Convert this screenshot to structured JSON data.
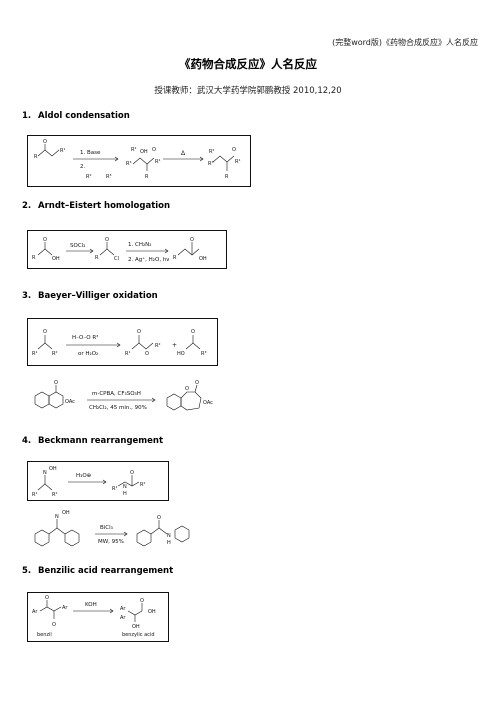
{
  "header": {
    "right_note": "(完整word版)《药物合成反应》人名反应"
  },
  "document": {
    "title": "《药物合成反应》人名反应",
    "subtitle": "授课教师：武汉大学药学院郭鹏教授  2010,12,20"
  },
  "sections": [
    {
      "number": "1.",
      "title": "Aldol condensation",
      "scheme": {
        "reagent_top": "1. Base",
        "reagent_bottom": "2.",
        "second_arrow_label": "Δ",
        "labels": [
          "R",
          "R¹",
          "O",
          "R²",
          "R³",
          "R²",
          "R³",
          "OH",
          "O",
          "R¹",
          "R",
          "R²",
          "R³",
          "O",
          "R¹",
          "R"
        ]
      }
    },
    {
      "number": "2.",
      "title": "Arndt–Eistert homologation",
      "scheme": {
        "reagent_1": "SOCl₂",
        "reagent_2_top": "1. CH₂N₂",
        "reagent_2_bottom": "2. Ag⁺, H₂O, hν",
        "labels": [
          "O",
          "R",
          "OH",
          "O",
          "R",
          "Cl",
          "R",
          "O",
          "OH"
        ]
      }
    },
    {
      "number": "3.",
      "title": "Baeyer–Villiger oxidation",
      "scheme": {
        "reagent_top": "H₋O₋O R³",
        "reagent_bottom": "or H₂O₂",
        "plus": "+",
        "labels": [
          "O",
          "R¹",
          "R²",
          "O",
          "R¹",
          "O",
          "R²",
          "O",
          "HO",
          "R³"
        ]
      },
      "example": {
        "reagent_top": "m-CPBA, CF₃SO₃H",
        "reagent_bottom": "CH₂Cl₂, 45 min., 90%",
        "labels": [
          "O",
          "OAc",
          "O",
          "O",
          "OAc"
        ]
      }
    },
    {
      "number": "4.",
      "title": "Beckmann rearrangement",
      "scheme": {
        "reagent": "H₃O⊕",
        "labels": [
          "N",
          "OH",
          "R¹",
          "R²",
          "R¹",
          "N",
          "H",
          "O",
          "R²"
        ]
      },
      "example": {
        "reagent_top": "BiCl₃",
        "reagent_bottom": "MW, 95%",
        "labels": [
          "N",
          "OH",
          "O",
          "N",
          "H"
        ]
      }
    },
    {
      "number": "5.",
      "title": "Benzilic acid rearrangement",
      "scheme": {
        "reagent": "KOH",
        "labels": [
          "O",
          "Ar",
          "Ar",
          "O",
          "benzil",
          "Ar",
          "Ar",
          "O",
          "OH",
          "OH",
          "benzylic acid"
        ]
      }
    }
  ]
}
